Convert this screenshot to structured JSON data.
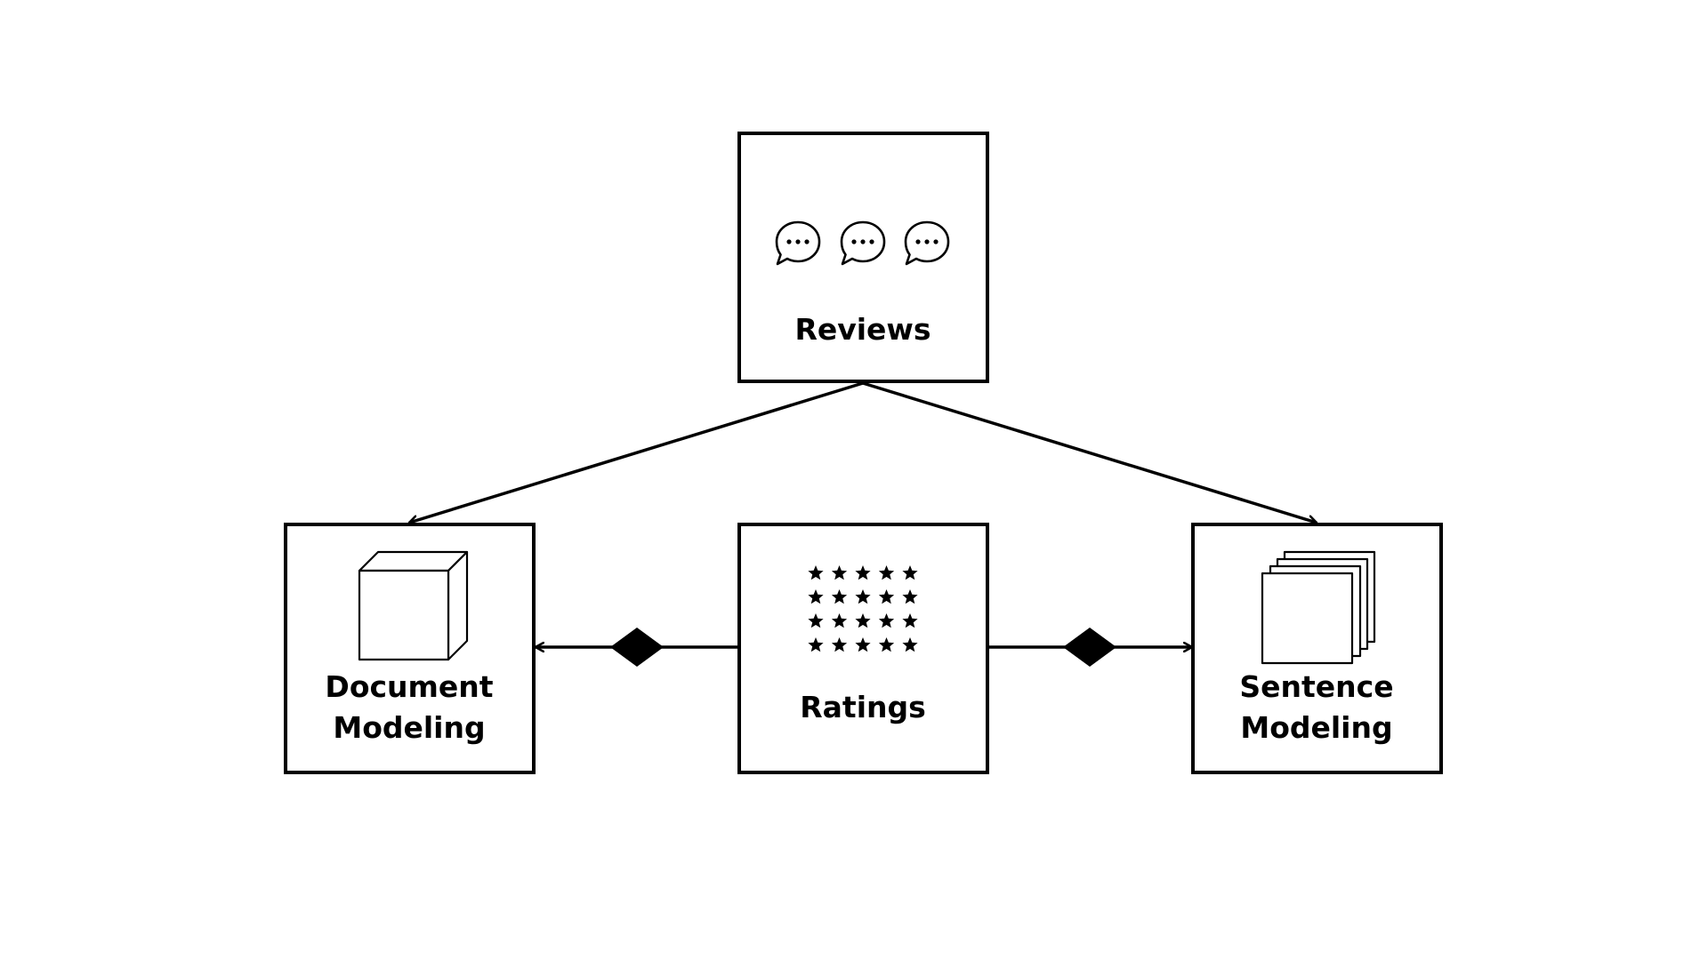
{
  "nodes": {
    "reviews": {
      "label": "Reviews",
      "icon": "speech-bubble-icon",
      "icon_count": 3
    },
    "ratings": {
      "label": "Ratings",
      "icon": "star-icon",
      "star_rows": 4,
      "star_cols": 5
    },
    "document_modeling": {
      "label_line1": "Document",
      "label_line2": "Modeling",
      "icon": "cube-icon"
    },
    "sentence_modeling": {
      "label_line1": "Sentence",
      "label_line2": "Modeling",
      "icon": "stacked-pages-icon"
    }
  },
  "edges": [
    {
      "from": "reviews",
      "to": "document_modeling",
      "style": "open-arrow"
    },
    {
      "from": "reviews",
      "to": "sentence_modeling",
      "style": "open-arrow"
    },
    {
      "from": "ratings",
      "to": "document_modeling",
      "style": "diamond-arrow"
    },
    {
      "from": "ratings",
      "to": "sentence_modeling",
      "style": "diamond-arrow"
    }
  ],
  "colors": {
    "stroke": "#000000",
    "background": "#ffffff"
  }
}
